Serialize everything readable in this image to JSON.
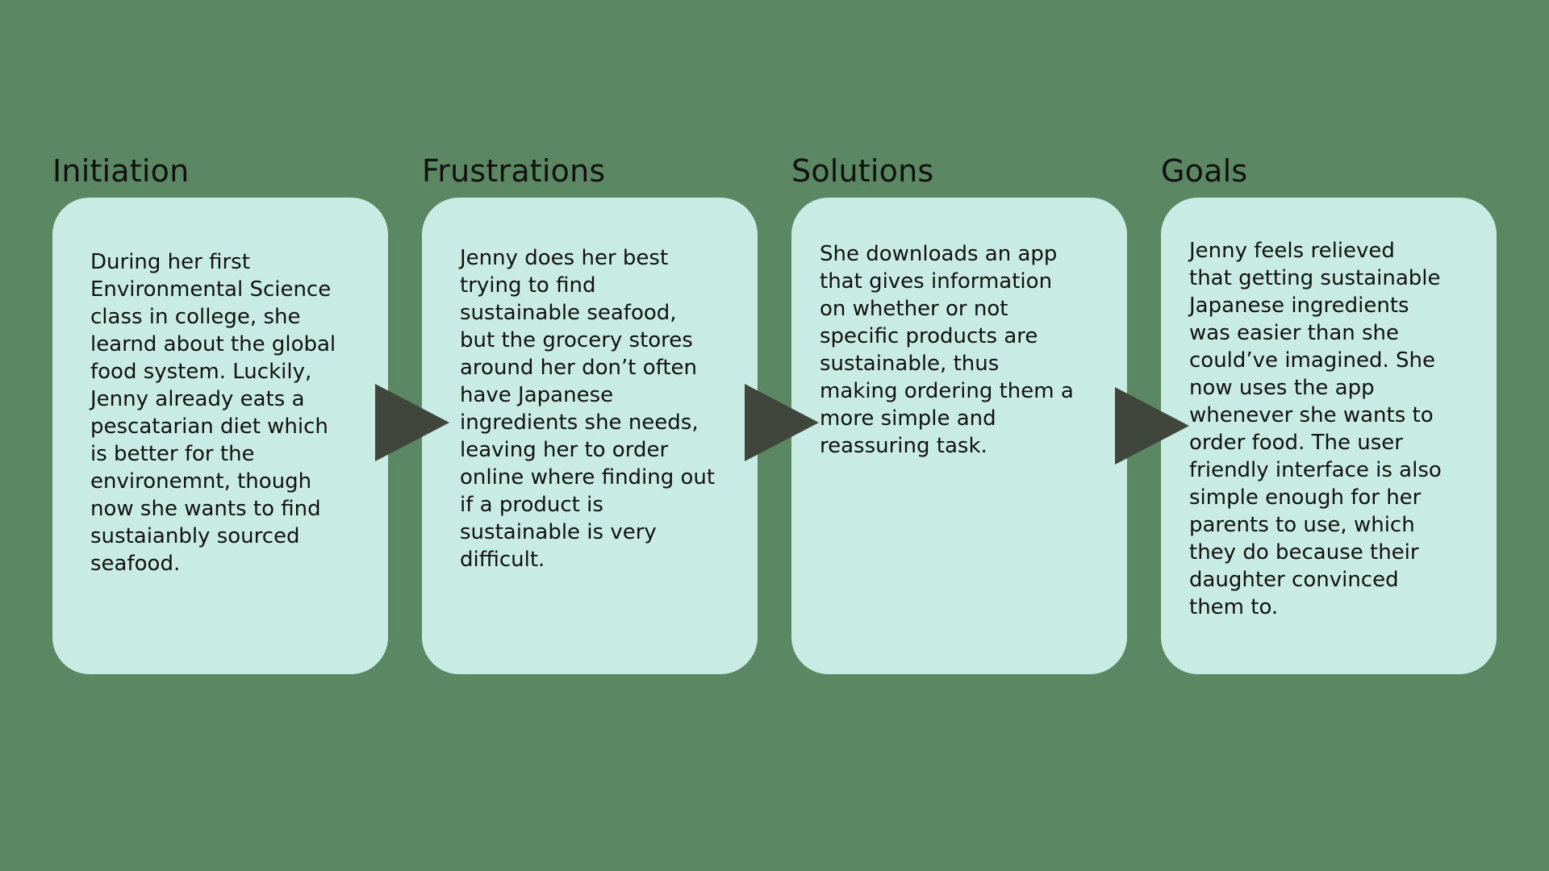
{
  "colors": {
    "background": "#5b8763",
    "card": "#c8ece3",
    "arrow": "#41463d",
    "text": "#111111"
  },
  "stages": [
    {
      "title": "Initiation",
      "text": "During her first\nEnvironmental Science\nclass in college, she\nlearnd about the global\nfood system. Luckily,\nJenny already eats a\npescatarian diet which\nis better for the\nenvironemnt, though\nnow she wants to find\nsustaianbly sourced\nseafood."
    },
    {
      "title": "Frustrations",
      "text": "Jenny does her best\ntrying to find\nsustainable seafood,\nbut the grocery stores\naround her don’t often\nhave Japanese\ningredients she needs,\nleaving her to order\nonline where finding out\nif a product is\nsustainable is very\ndifficult."
    },
    {
      "title": "Solutions",
      "text": "She downloads an app\nthat gives information\non whether or not\nspecific products are\nsustainable, thus\nmaking ordering them a\nmore simple and\nreassuring task."
    },
    {
      "title": "Goals",
      "text": "Jenny feels relieved\nthat getting sustainable\nJapanese ingredients\nwas easier than she\ncould’ve imagined. She\nnow uses the app\nwhenever she wants to\norder food. The user\nfriendly interface is also\nsimple enough for her\nparents to use, which\nthey do because their\ndaughter convinced\nthem to."
    }
  ],
  "arrows": [
    {
      "icon": "right-triangle-arrow-icon"
    },
    {
      "icon": "right-triangle-arrow-icon"
    },
    {
      "icon": "right-triangle-arrow-icon"
    }
  ]
}
